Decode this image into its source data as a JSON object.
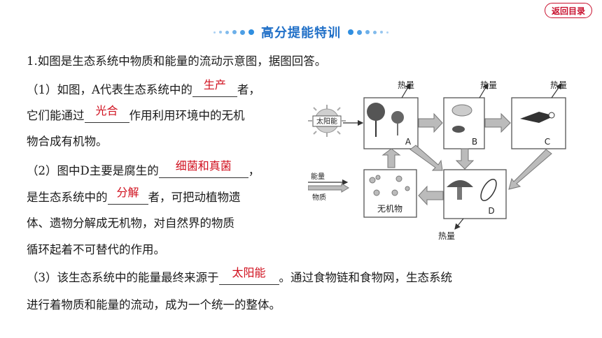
{
  "nav": {
    "back_label": "返回目录"
  },
  "header": {
    "title": "高分提能特训"
  },
  "question": {
    "intro": "1.如图是生态系统中物质和能量的流动示意图，据图回答。",
    "p1": {
      "l1_pre": "（1）如图，A代表生态系统中的",
      "l1_ans": "生产",
      "l1_post": "者，",
      "l2_pre": "它们能通过",
      "l2_ans": "光合",
      "l2_post": "作用利用环境中的无机",
      "l3": "物合成有机物。"
    },
    "p2": {
      "l1_pre": "（2）图中D主要是腐生的",
      "l1_ans": "细菌和真菌",
      "l1_post": "，",
      "l2_pre": "是生态系统中的",
      "l2_ans": "分解",
      "l2_post": "者，可把动植物遗",
      "l3": "体、遗物分解成无机物，对自然界的物质",
      "l4": "循环起着不可替代的作用。"
    },
    "p3": {
      "l1_pre": "（3）该生态系统中的能量最终来源于",
      "l1_ans": "太阳能",
      "l1_post": "。通过食物链和食物网，生态系统",
      "l2": "进行着物质和能量的流动，成为一个统一的整体。"
    }
  },
  "diagram": {
    "sun_label": "太阳能",
    "heat": "热量",
    "box_a": "A",
    "box_b": "B",
    "box_c": "C",
    "box_d": "D",
    "inorganic": "无机物",
    "legend_energy": "能量",
    "legend_matter": "物质"
  }
}
